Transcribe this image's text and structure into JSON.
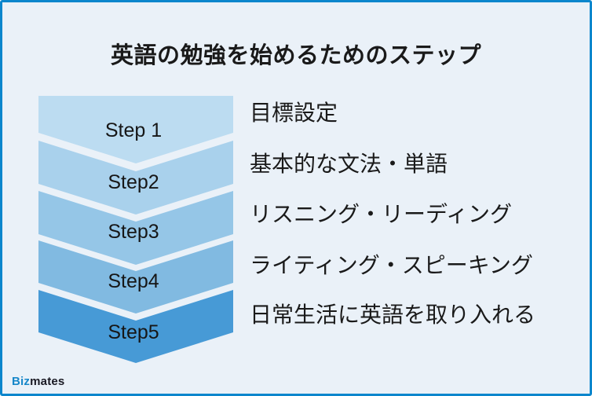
{
  "title": "英語の勉強を始めるためのステップ",
  "steps": [
    {
      "label": "Step 1",
      "description": "目標設定",
      "color": "#bcdcf1"
    },
    {
      "label": "Step2",
      "description": "基本的な文法・単語",
      "color": "#a9d1ec"
    },
    {
      "label": "Step3",
      "description": "リスニング・リーディング",
      "color": "#95c6e7"
    },
    {
      "label": "Step4",
      "description": "ライティング・スピーキング",
      "color": "#81bae1"
    },
    {
      "label": "Step5",
      "description": "日常生活に英語を取り入れる",
      "color": "#479ad6"
    }
  ],
  "logo": {
    "prefix": "Biz",
    "suffix": "mates",
    "prefix_color": "#1787c9",
    "suffix_color": "#191923"
  },
  "theme": {
    "border_color": "#0b86cc",
    "background_color": "#eaf1f8",
    "text_color": "#1a1a1a"
  }
}
